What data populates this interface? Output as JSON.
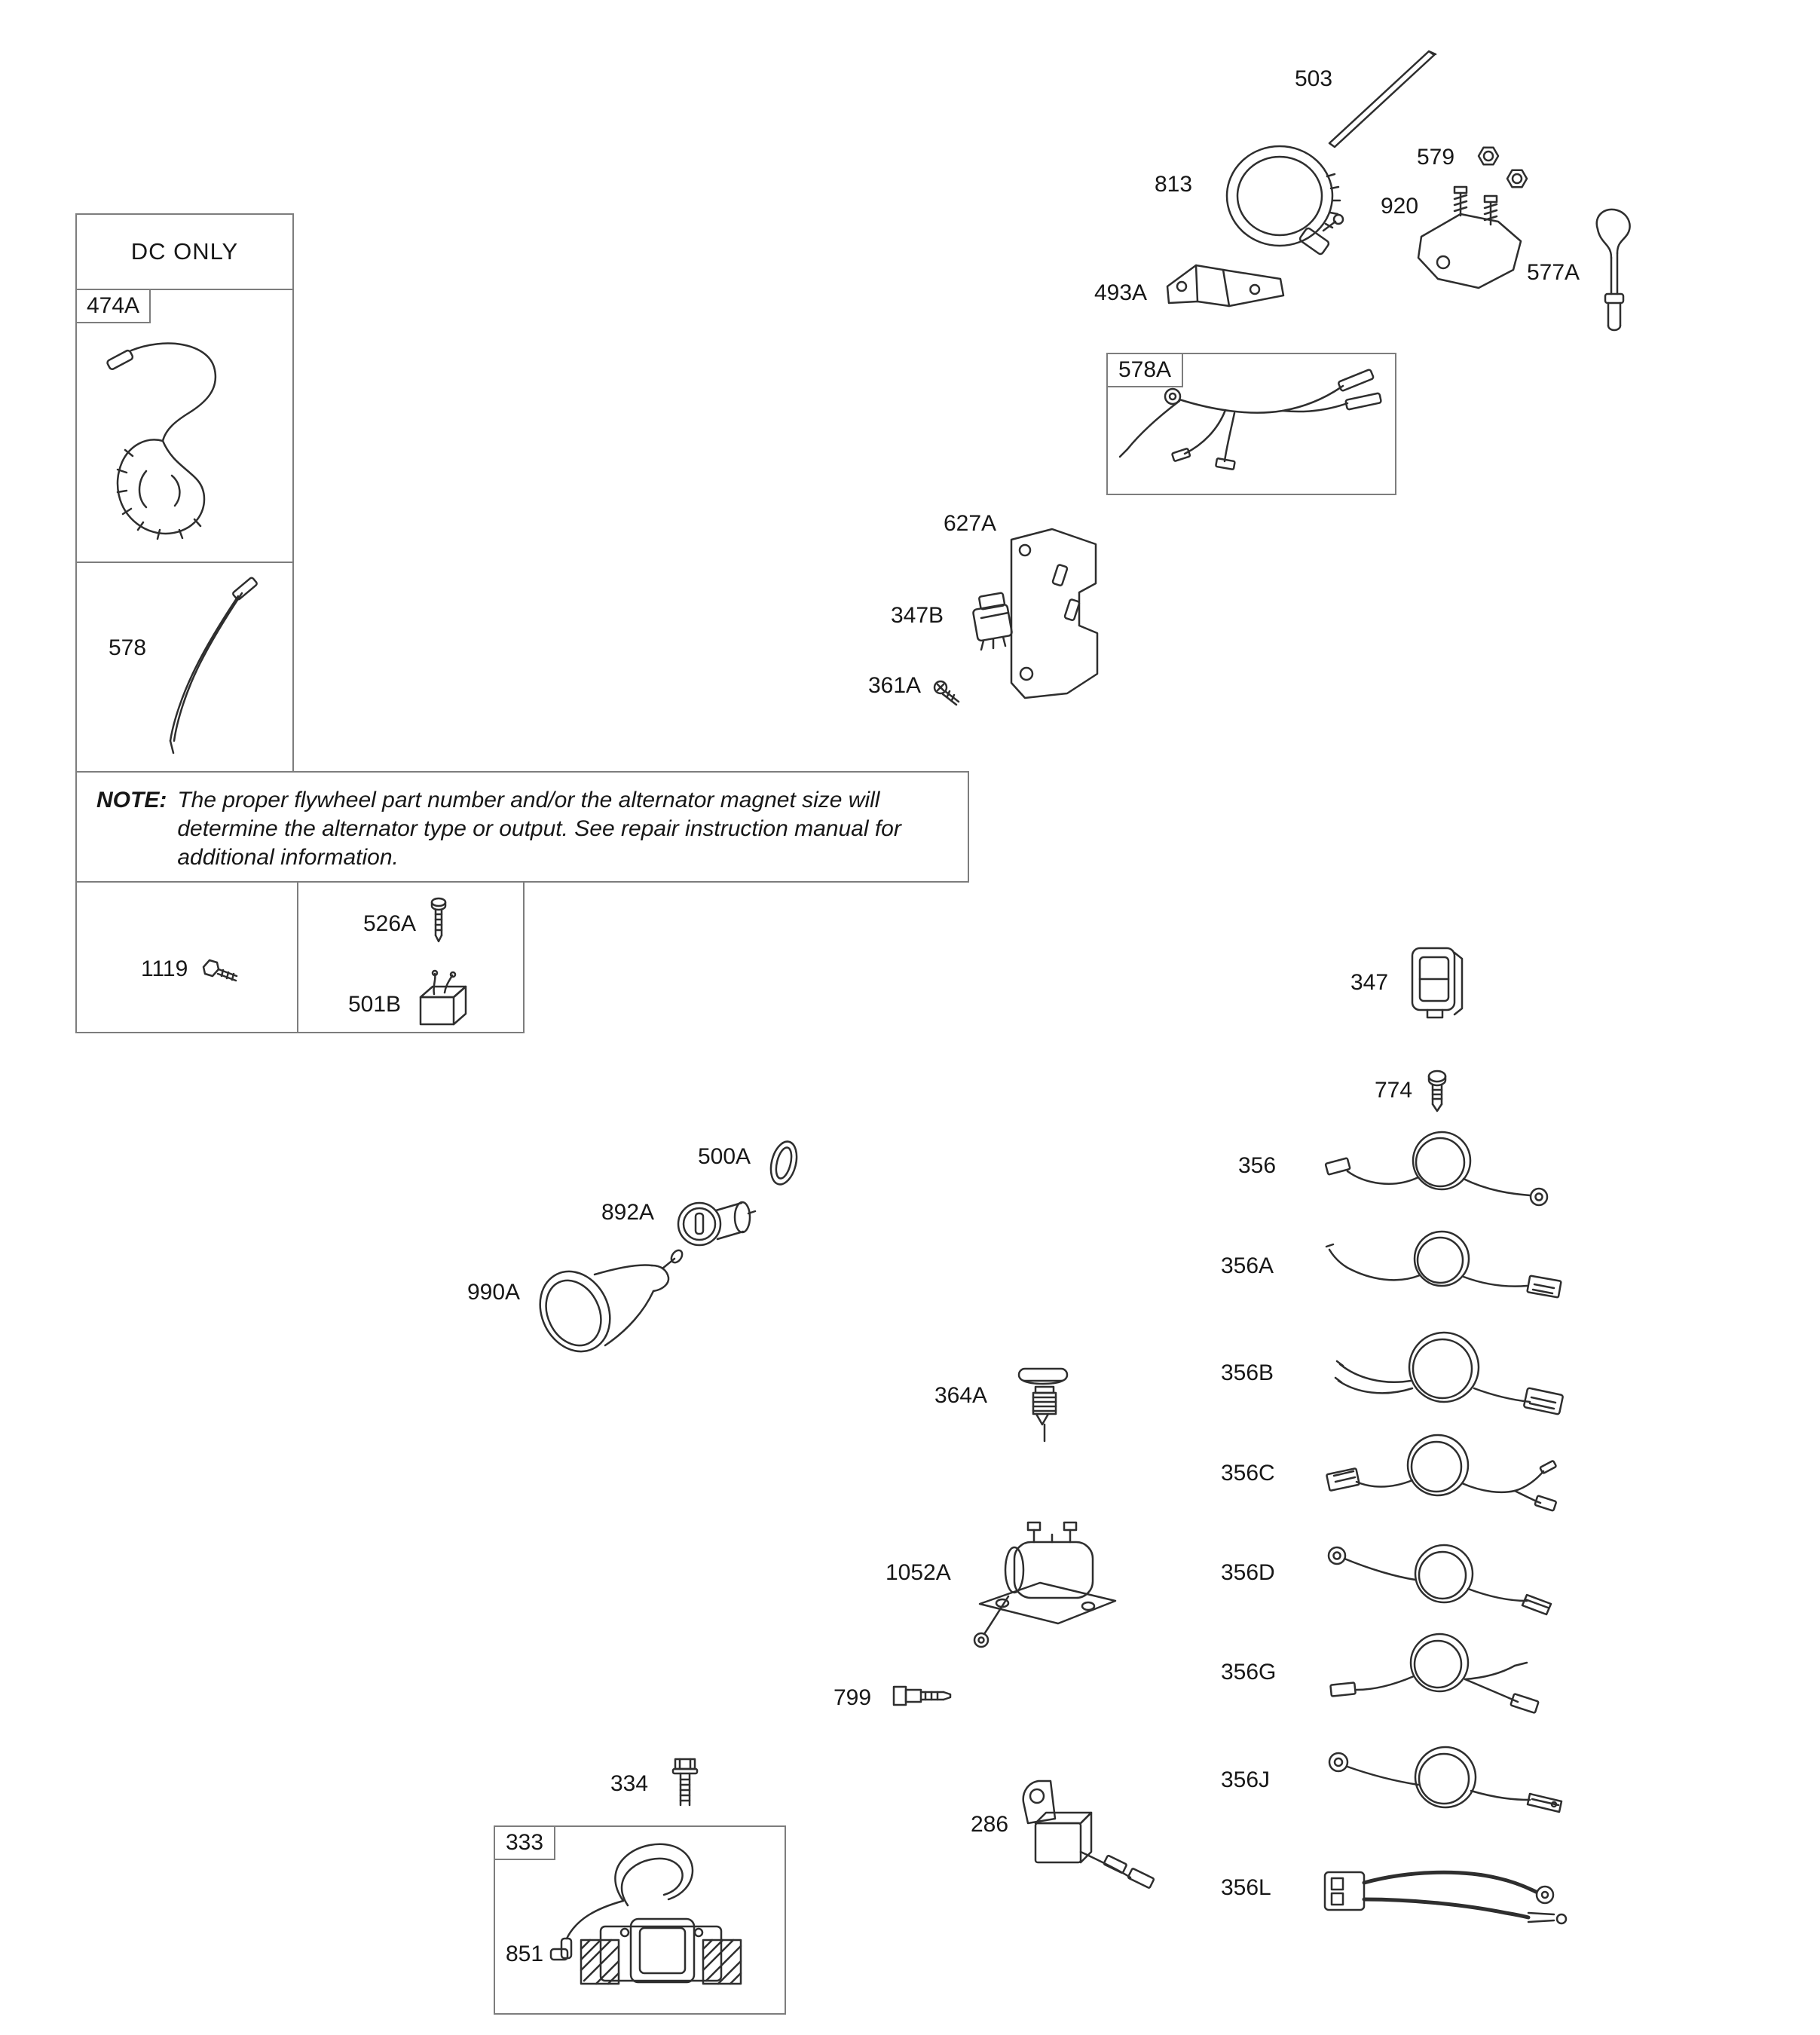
{
  "dc_box": {
    "header": "DC ONLY"
  },
  "note": {
    "prefix": "NOTE:",
    "text": "The proper flywheel part number and/or the alternator magnet size will determine the alternator type or output. See repair instruction manual for additional information."
  },
  "labels": {
    "474A": "474A",
    "578": "578",
    "1119": "1119",
    "526A": "526A",
    "501B": "501B",
    "503": "503",
    "813": "813",
    "579": "579",
    "920": "920",
    "577A": "577A",
    "493A": "493A",
    "578A": "578A",
    "627A": "627A",
    "347B": "347B",
    "361A": "361A",
    "347": "347",
    "774": "774",
    "356": "356",
    "356A": "356A",
    "356B": "356B",
    "356C": "356C",
    "356D": "356D",
    "356G": "356G",
    "356J": "356J",
    "356L": "356L",
    "500A": "500A",
    "892A": "892A",
    "990A": "990A",
    "364A": "364A",
    "1052A": "1052A",
    "799": "799",
    "334": "334",
    "333": "333",
    "851": "851",
    "286": "286"
  }
}
